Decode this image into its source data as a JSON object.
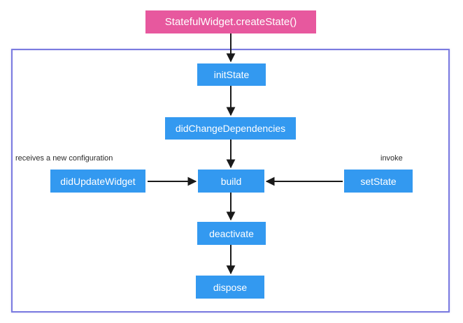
{
  "diagram": {
    "title_node": {
      "label": "StatefulWidget.createState()"
    },
    "nodes": [
      {
        "id": "initState",
        "label": "initState"
      },
      {
        "id": "didChangeDependencies",
        "label": "didChangeDependencies"
      },
      {
        "id": "didUpdateWidget",
        "label": "didUpdateWidget"
      },
      {
        "id": "build",
        "label": "build"
      },
      {
        "id": "setState",
        "label": "setState"
      },
      {
        "id": "deactivate",
        "label": "deactivate"
      },
      {
        "id": "dispose",
        "label": "dispose"
      }
    ],
    "annotations": [
      {
        "id": "didUpdateWidget-note",
        "text": "receives a new configuration"
      },
      {
        "id": "setState-note",
        "text": "invoke"
      }
    ],
    "colors": {
      "title_fill": "#e7589e",
      "node_fill": "#3399f0",
      "frame_border": "#7b7be0",
      "arrow": "#1a1a1a",
      "node_text": "#ffffff",
      "annotation_text": "#2b2b2b",
      "background": "#ffffff"
    }
  }
}
